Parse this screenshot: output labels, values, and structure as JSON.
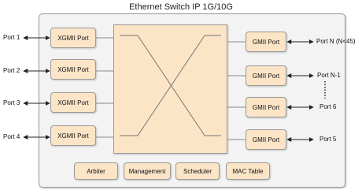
{
  "title": "Ethernet Switch IP 1G/10G",
  "left_ports": [
    {
      "port": "Port 1",
      "block": "XGMII Port"
    },
    {
      "port": "Port 2",
      "block": "XGMII Port"
    },
    {
      "port": "Port 3",
      "block": "XGMII Port"
    },
    {
      "port": "Port 4",
      "block": "XGMII Port"
    }
  ],
  "right_ports": [
    {
      "port": "Port N (N<45)",
      "block": "GMII Port"
    },
    {
      "port": "Port N-1",
      "block": "GMII Port"
    },
    {
      "port": "Port 6",
      "block": "GMII Port"
    },
    {
      "port": "Port 5",
      "block": "GMII Port"
    }
  ],
  "bottom_blocks": [
    "Arbiter",
    "Management",
    "Scheduler",
    "MAC Table"
  ],
  "colors": {
    "block_fill": "#fbe5c6",
    "chassis_fill": "#f3f3f3",
    "border": "#9a9a9a"
  }
}
